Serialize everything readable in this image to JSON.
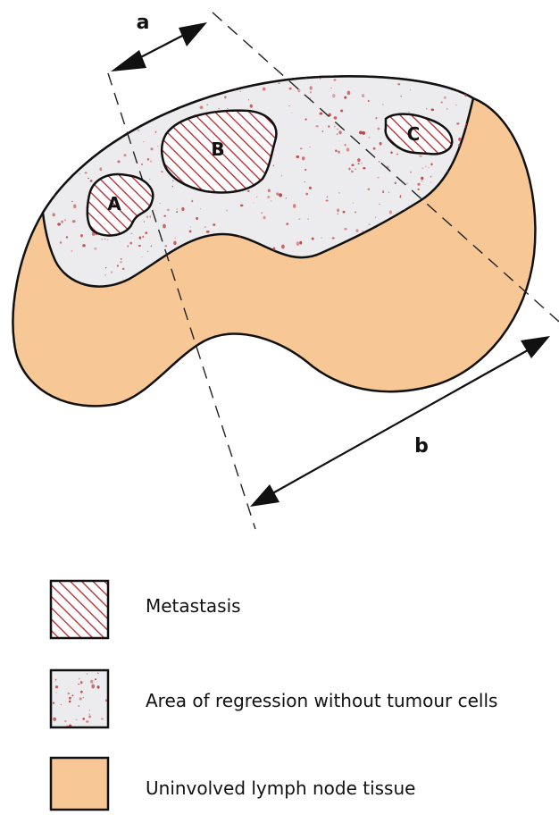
{
  "colors": {
    "lymph_node_tissue": "#f7c896",
    "regression_area": "#ecebed",
    "metastasis_hatch": "#b3242c",
    "speckle": "#c0393b",
    "outline": "#111111"
  },
  "metastases": [
    {
      "label": "A"
    },
    {
      "label": "B"
    },
    {
      "label": "C"
    }
  ],
  "dimensions": {
    "a_label": "a",
    "b_label": "b"
  },
  "legend": [
    {
      "key": "metastasis",
      "label": "Metastasis"
    },
    {
      "key": "regression",
      "label": "Area of regression without tumour cells"
    },
    {
      "key": "uninvolved",
      "label": "Uninvolved lymph node tissue"
    }
  ]
}
